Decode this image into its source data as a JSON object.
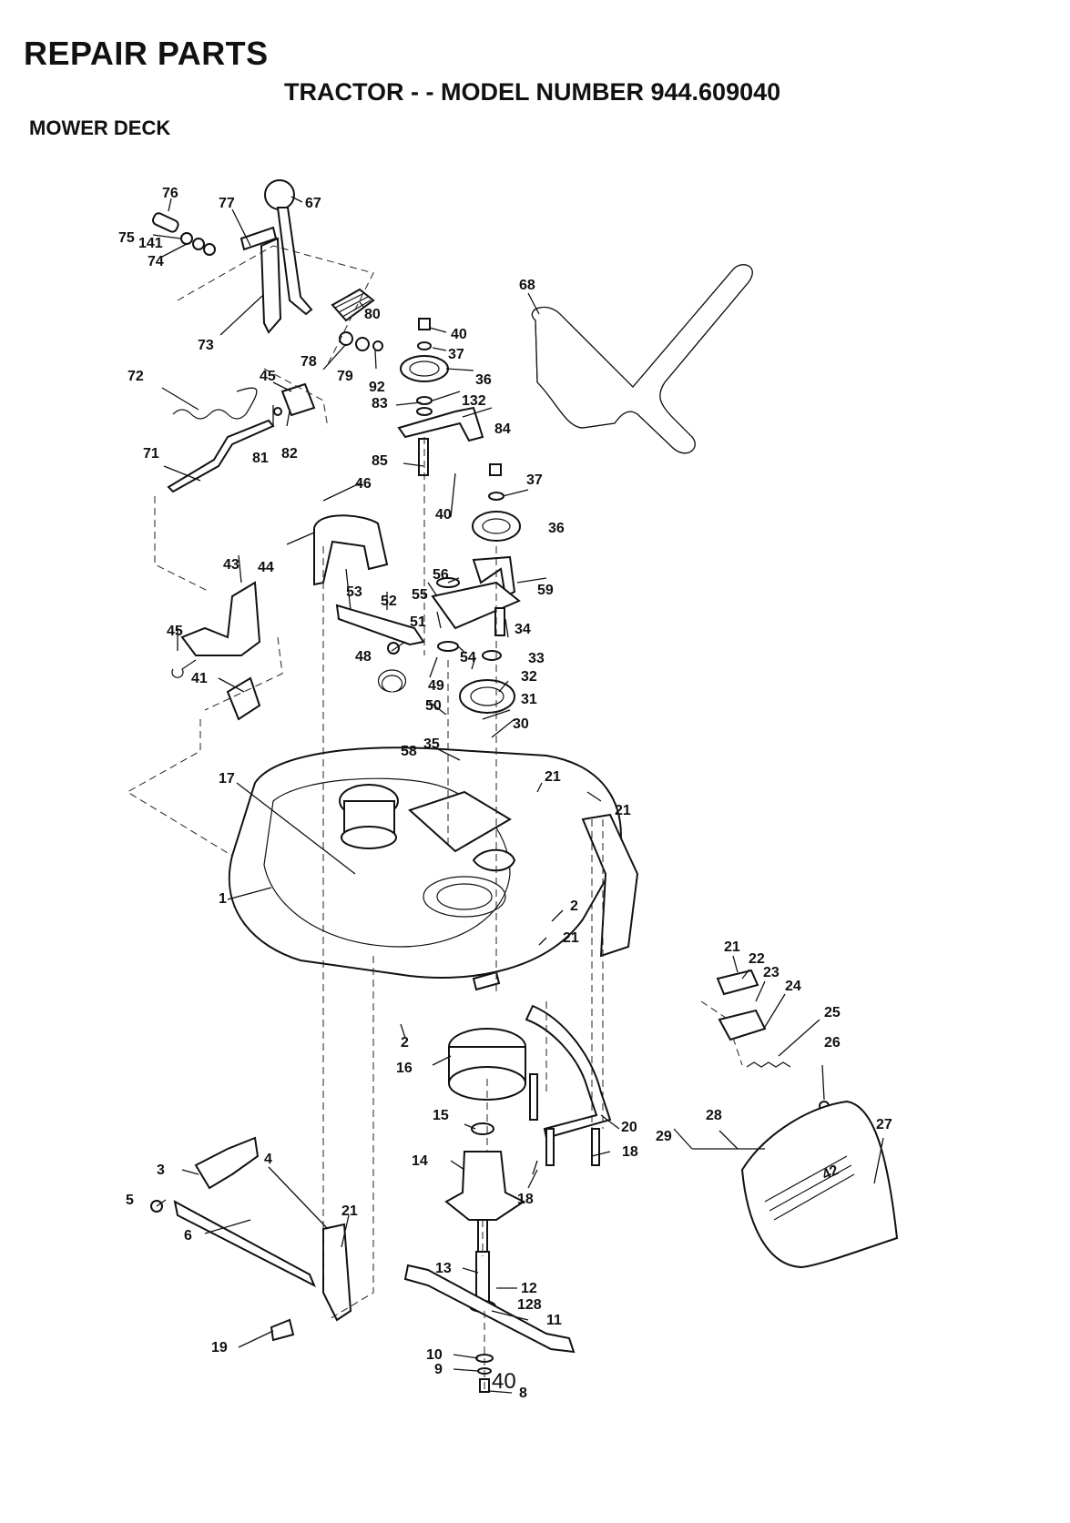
{
  "header": {
    "title": "REPAIR PARTS",
    "subtitle": "TRACTOR - - MODEL NUMBER 944.609040",
    "section": "MOWER DECK"
  },
  "page_number": "40",
  "callouts": [
    {
      "id": "c76",
      "label": "76"
    },
    {
      "id": "c77",
      "label": "77"
    },
    {
      "id": "c67",
      "label": "67"
    },
    {
      "id": "c75",
      "label": "75"
    },
    {
      "id": "c141",
      "label": "141"
    },
    {
      "id": "c74",
      "label": "74"
    },
    {
      "id": "c68",
      "label": "68"
    },
    {
      "id": "c80",
      "label": "80"
    },
    {
      "id": "c73",
      "label": "73"
    },
    {
      "id": "c40a",
      "label": "40"
    },
    {
      "id": "c37a",
      "label": "37"
    },
    {
      "id": "c78",
      "label": "78"
    },
    {
      "id": "c36a",
      "label": "36"
    },
    {
      "id": "c45a",
      "label": "45"
    },
    {
      "id": "c79",
      "label": "79"
    },
    {
      "id": "c92",
      "label": "92"
    },
    {
      "id": "c72",
      "label": "72"
    },
    {
      "id": "c132",
      "label": "132"
    },
    {
      "id": "c83",
      "label": "83"
    },
    {
      "id": "c84",
      "label": "84"
    },
    {
      "id": "c71",
      "label": "71"
    },
    {
      "id": "c81",
      "label": "81"
    },
    {
      "id": "c82",
      "label": "82"
    },
    {
      "id": "c85",
      "label": "85"
    },
    {
      "id": "c37b",
      "label": "37"
    },
    {
      "id": "c46",
      "label": "46"
    },
    {
      "id": "c40b",
      "label": "40"
    },
    {
      "id": "c36b",
      "label": "36"
    },
    {
      "id": "c43",
      "label": "43"
    },
    {
      "id": "c44",
      "label": "44"
    },
    {
      "id": "c56",
      "label": "56"
    },
    {
      "id": "c53",
      "label": "53"
    },
    {
      "id": "c52",
      "label": "52"
    },
    {
      "id": "c55",
      "label": "55"
    },
    {
      "id": "c59",
      "label": "59"
    },
    {
      "id": "c45b",
      "label": "45"
    },
    {
      "id": "c51",
      "label": "51"
    },
    {
      "id": "c34",
      "label": "34"
    },
    {
      "id": "c48",
      "label": "48"
    },
    {
      "id": "c54",
      "label": "54"
    },
    {
      "id": "c33",
      "label": "33"
    },
    {
      "id": "c41",
      "label": "41"
    },
    {
      "id": "c32",
      "label": "32"
    },
    {
      "id": "c49",
      "label": "49"
    },
    {
      "id": "c31",
      "label": "31"
    },
    {
      "id": "c50",
      "label": "50"
    },
    {
      "id": "c30",
      "label": "30"
    },
    {
      "id": "c58",
      "label": "58"
    },
    {
      "id": "c35",
      "label": "35"
    },
    {
      "id": "c17",
      "label": "17"
    },
    {
      "id": "c21a",
      "label": "21"
    },
    {
      "id": "c21b",
      "label": "21"
    },
    {
      "id": "c1",
      "label": "1"
    },
    {
      "id": "c2a",
      "label": "2"
    },
    {
      "id": "c21c",
      "label": "21"
    },
    {
      "id": "c21d",
      "label": "21"
    },
    {
      "id": "c22",
      "label": "22"
    },
    {
      "id": "c23",
      "label": "23"
    },
    {
      "id": "c24",
      "label": "24"
    },
    {
      "id": "c25",
      "label": "25"
    },
    {
      "id": "c2b",
      "label": "2"
    },
    {
      "id": "c26",
      "label": "26"
    },
    {
      "id": "c16",
      "label": "16"
    },
    {
      "id": "c28",
      "label": "28"
    },
    {
      "id": "c27",
      "label": "27"
    },
    {
      "id": "c15",
      "label": "15"
    },
    {
      "id": "c20",
      "label": "20"
    },
    {
      "id": "c29",
      "label": "29"
    },
    {
      "id": "c18a",
      "label": "18"
    },
    {
      "id": "c14",
      "label": "14"
    },
    {
      "id": "c3",
      "label": "3"
    },
    {
      "id": "c4",
      "label": "4"
    },
    {
      "id": "c18b",
      "label": "18"
    },
    {
      "id": "c5",
      "label": "5"
    },
    {
      "id": "c21e",
      "label": "21"
    },
    {
      "id": "c6",
      "label": "6"
    },
    {
      "id": "c13",
      "label": "13"
    },
    {
      "id": "c12",
      "label": "12"
    },
    {
      "id": "c128",
      "label": "128"
    },
    {
      "id": "c11",
      "label": "11"
    },
    {
      "id": "c19",
      "label": "19"
    },
    {
      "id": "c10",
      "label": "10"
    },
    {
      "id": "c9",
      "label": "9"
    },
    {
      "id": "c8",
      "label": "8"
    }
  ],
  "deck_badge": "42"
}
